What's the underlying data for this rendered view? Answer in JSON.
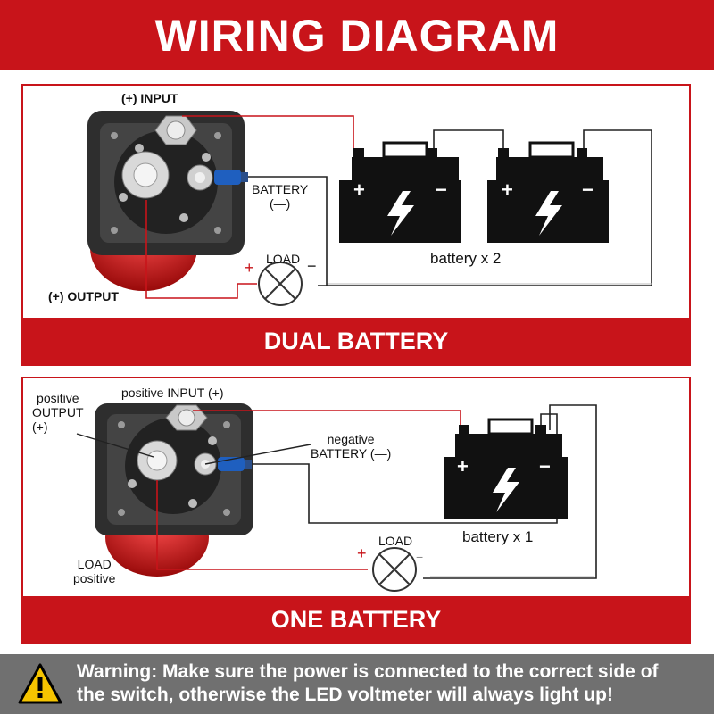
{
  "title": "WIRING DIAGRAM",
  "dual": {
    "footer": "DUAL BATTERY",
    "input_label": "(+) INPUT",
    "output_label": "(+) OUTPUT",
    "battery_label_1": "BATTERY",
    "battery_label_2": "(—)",
    "load_label": "LOAD",
    "plus": "+",
    "minus": "−",
    "battery_caption": "battery x 2"
  },
  "one": {
    "footer": "ONE BATTERY",
    "input_label": "positive INPUT (+)",
    "output_label_1": "positive",
    "output_label_2": "OUTPUT",
    "output_label_3": "(+)",
    "neg_label_1": "negative",
    "neg_label_2": "BATTERY (—)",
    "load_label": "LOAD",
    "load_pos_1": "LOAD",
    "load_pos_2": "positive",
    "plus": "+",
    "minus": "−",
    "battery_caption": "battery x 1"
  },
  "warning": {
    "line1": "Warning: Make sure the power is connected to the correct side of",
    "line2": "the switch, otherwise the LED voltmeter will always light up!",
    "icon": "warning-triangle-icon"
  },
  "colors": {
    "brand_red": "#c8141a",
    "warning_gray": "#707070",
    "connector_blue": "#1f5fbf"
  }
}
